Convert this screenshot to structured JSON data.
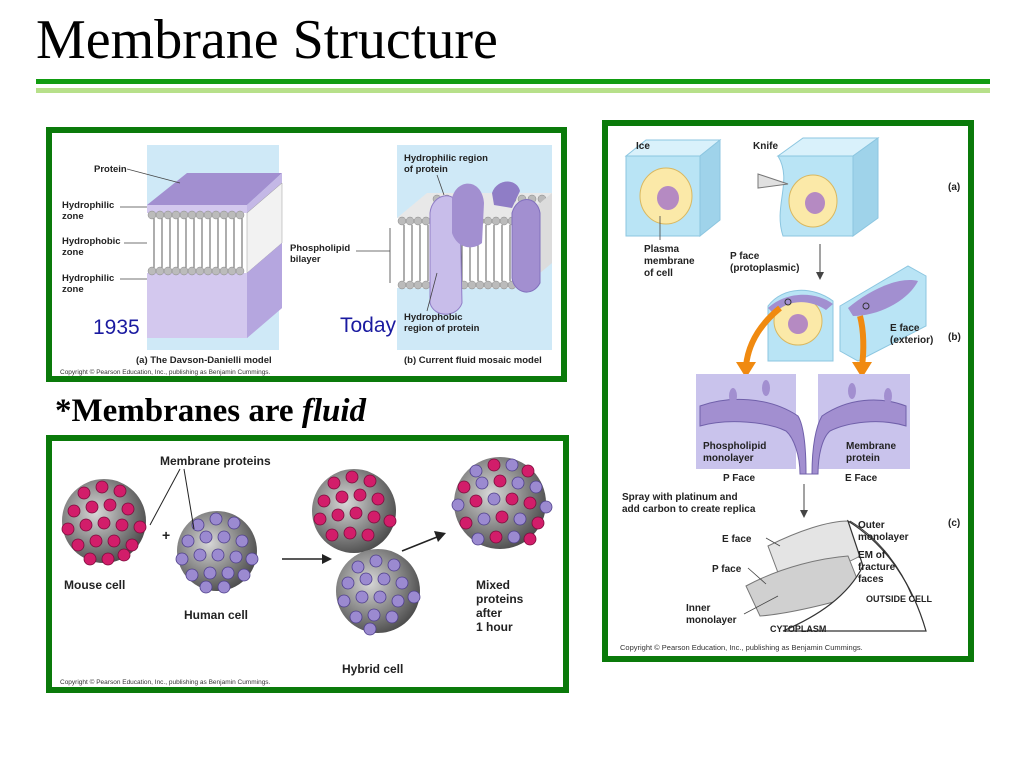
{
  "slide": {
    "title": "Membrane Structure",
    "subtitle_prefix": "*Membranes are ",
    "subtitle_emph": "fluid"
  },
  "models": {
    "label_protein": "Protein",
    "label_hydrophilic_top": "Hydrophilic zone",
    "label_hydrophobic": "Hydrophobic zone",
    "label_hydrophilic_bottom": "Hydrophilic zone",
    "label_phospholipid": "Phospholipid bilayer",
    "label_hydrophilic_region": "Hydrophilic region of protein",
    "label_hydrophobic_region": "Hydrophobic region of protein",
    "year_left": "1935",
    "year_right": "Today",
    "caption_a": "(a) The Davson-Danielli model",
    "caption_b": "(b) Current fluid mosaic model",
    "copyright": "Copyright © Pearson Education, Inc., publishing as Benjamin Cummings."
  },
  "fusion": {
    "label_membrane_proteins": "Membrane proteins",
    "label_mouse": "Mouse cell",
    "label_human": "Human cell",
    "label_hybrid": "Hybrid cell",
    "label_mixed": [
      "Mixed",
      "proteins",
      "after",
      "1 hour"
    ],
    "plus": "+",
    "copyright": "Copyright © Pearson Education, Inc., publishing as Benjamin Cummings."
  },
  "freeze": {
    "label_ice": "Ice",
    "label_knife": "Knife",
    "step_a": "(a)",
    "step_b": "(b)",
    "step_c": "(c)",
    "label_plasma": [
      "Plasma",
      "membrane",
      "of cell"
    ],
    "label_pface_proto": [
      "P face",
      "(protoplasmic)"
    ],
    "label_eface_ext": [
      "E face",
      "(exterior)"
    ],
    "label_phospholipid_mono": [
      "Phospholipid",
      "monolayer"
    ],
    "label_membrane_protein": [
      "Membrane",
      "protein"
    ],
    "label_pface": "P Face",
    "label_eface": "E Face",
    "label_spray": [
      "Spray with platinum and",
      "add carbon to create replica"
    ],
    "label_e_face_c": "E  face",
    "label_p_face_c": "P face",
    "label_outer": [
      "Outer",
      "monolayer"
    ],
    "label_em": [
      "EM of",
      "fracture",
      "faces"
    ],
    "label_outside": "OUTSIDE CELL",
    "label_inner": [
      "Inner",
      "monolayer"
    ],
    "label_cytoplasm": "CYTOPLASM",
    "copyright": "Copyright © Pearson Education, Inc., publishing as Benjamin Cummings."
  },
  "colors": {
    "panel_border": "#0a7a0a",
    "rule_dark": "#119c11",
    "rule_light": "#b7e08a",
    "protein_purple": "#a28fd0",
    "mouse_protein": "#d21d6a",
    "human_protein": "#9b8ad0",
    "ice_blue": "#b9e4f5",
    "arrow_orange": "#f08a10",
    "year_blue": "#1a1aa0"
  }
}
